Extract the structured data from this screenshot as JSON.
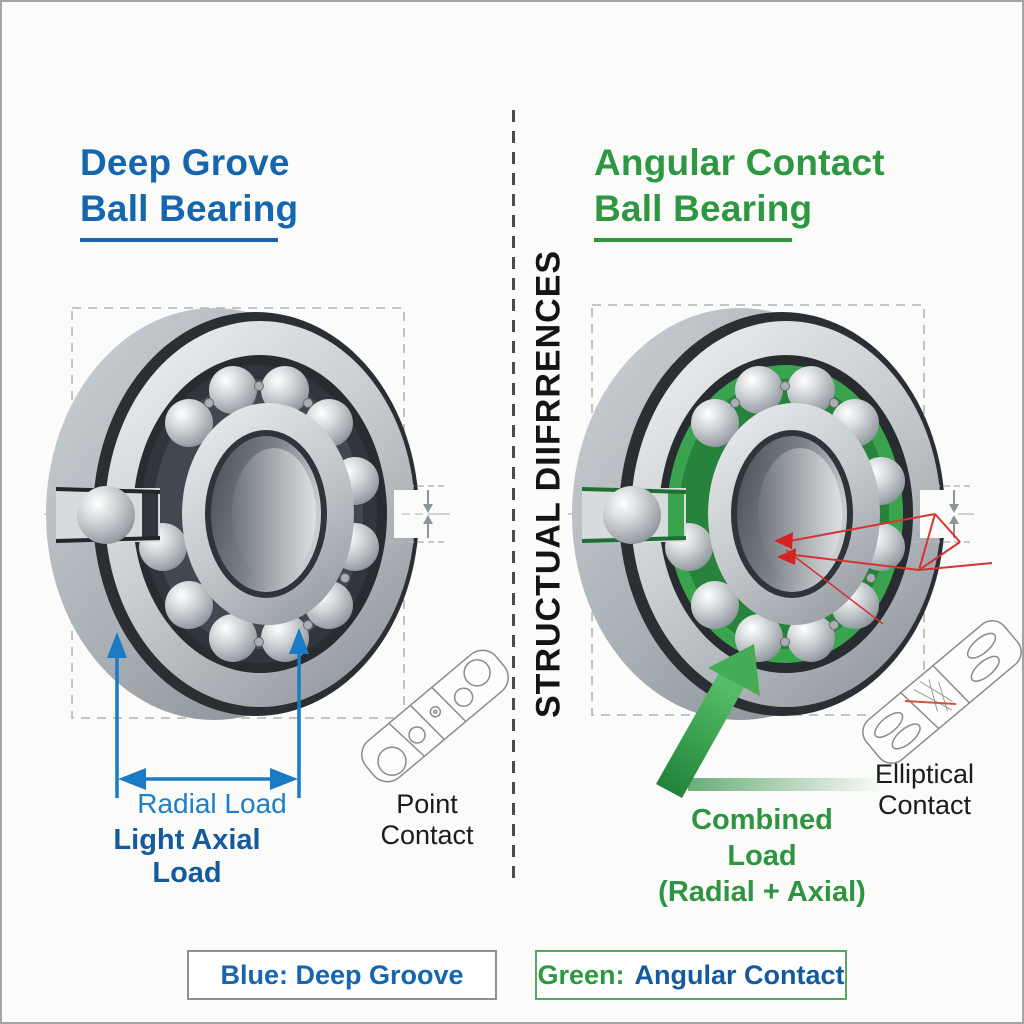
{
  "divider": {
    "label": "STRUCTUAL DIIFRRENCES",
    "label_color": "#141414",
    "line_style": "dashed"
  },
  "left_panel": {
    "title_line1": "Deep Grove",
    "title_line2": "Ball Bearing",
    "title_color": "#1566ae",
    "bearing_type": "deep-groove-ball-bearing",
    "radial_load_label": "Radial Load",
    "radial_load_color": "#1d7ec9",
    "axial_load_label": "Light Axial Load",
    "axial_load_color": "#155a9e",
    "contact_label": "Point Contact",
    "contact_label_color": "#1b1b1b"
  },
  "right_panel": {
    "title_line1": "Angular Contact",
    "title_line2": "Ball Bearing",
    "title_color": "#2e9742",
    "bearing_type": "angular-contact-ball-bearing",
    "combined_load_line1": "Combined Load",
    "combined_load_line2": "(Radial + Axial)",
    "combined_load_color": "#2f9442",
    "contact_label": "Elliptical Contact",
    "contact_label_color": "#1b1b1b"
  },
  "legend": {
    "left": {
      "text": "Blue: Deep Groove",
      "text_color": "#1566ae",
      "border_color": "#8a9096"
    },
    "right": {
      "prefix": "Green:",
      "prefix_color": "#2e9742",
      "text": "Angular Contact",
      "text_color": "#155a9e",
      "border_color": "#55a85f"
    }
  },
  "colors": {
    "background": "#fbfbf9",
    "blue_accent": "#1b7ac5",
    "green_accent": "#2e9742",
    "red_annotation": "#d63333",
    "metal_light": "#d9dcdf",
    "metal_dark": "#2b2f34",
    "green_race": "#3aa34d"
  }
}
